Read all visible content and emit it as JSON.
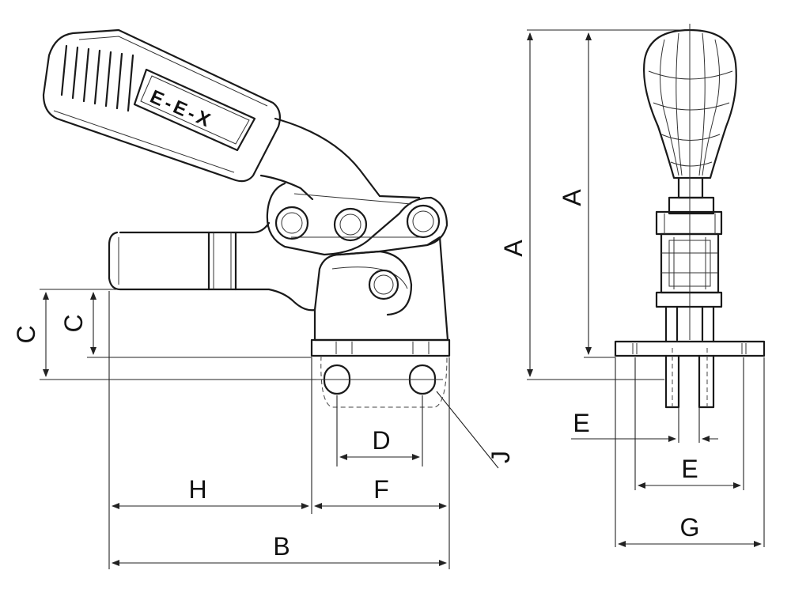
{
  "drawing": {
    "brand_logo": "E-E-X",
    "dimensions": {
      "a_outer": "A",
      "a_inner": "A",
      "c_outer": "C",
      "c_inner": "C",
      "h": "H",
      "f": "F",
      "d": "D",
      "b": "B",
      "e_upper": "E",
      "e_lower": "E",
      "g": "G",
      "j": "J"
    }
  }
}
